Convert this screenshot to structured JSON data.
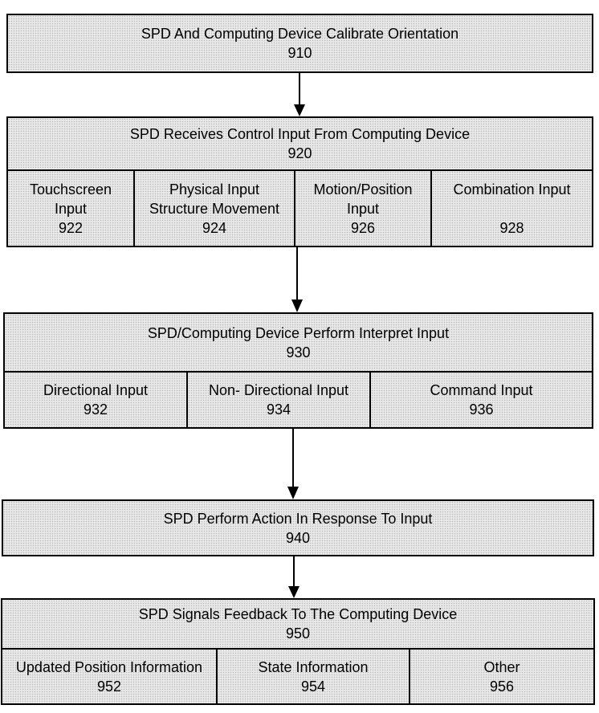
{
  "steps": {
    "s910": {
      "title": "SPD And Computing Device Calibrate Orientation",
      "number": "910"
    },
    "s920": {
      "title": "SPD Receives Control Input From Computing Device",
      "number": "920",
      "subs": [
        {
          "line1": "Touchscreen",
          "line2": "Input",
          "number": "922"
        },
        {
          "line1": "Physical Input",
          "line2": "Structure Movement",
          "number": "924"
        },
        {
          "line1": "Motion/Position",
          "line2": "Input",
          "number": "926"
        },
        {
          "line1": "Combination Input",
          "line2": "",
          "number": "928"
        }
      ]
    },
    "s930": {
      "title": "SPD/Computing Device Perform Interpret Input",
      "number": "930",
      "subs": [
        {
          "line1": "Directional Input",
          "number": "932"
        },
        {
          "line1": "Non- Directional Input",
          "number": "934"
        },
        {
          "line1": "Command Input",
          "number": "936"
        }
      ]
    },
    "s940": {
      "title": "SPD Perform Action In Response To Input",
      "number": "940"
    },
    "s950": {
      "title": "SPD Signals Feedback To The Computing Device",
      "number": "950",
      "subs": [
        {
          "line1": "Updated Position Information",
          "number": "952"
        },
        {
          "line1": "State Information",
          "number": "954"
        },
        {
          "line1": "Other",
          "number": "956"
        }
      ]
    }
  }
}
